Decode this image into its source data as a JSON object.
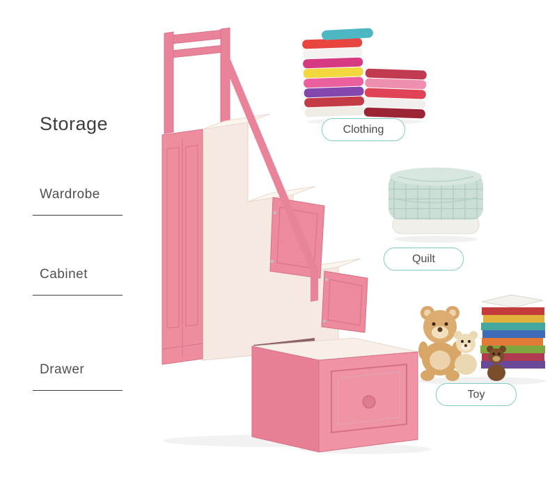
{
  "title": "Storage",
  "parts": {
    "wardrobe": "Wardrobe",
    "cabinet": "Cabinet",
    "drawer": "Drawer"
  },
  "tags": {
    "clothing": "Clothing",
    "quilt": "Quilt",
    "toy": "Toy"
  },
  "illustrations": {
    "furniture": "pink-kids-staircase-storage-unit",
    "clothing": "pile-of-folded-clothes",
    "quilt": "folded-checkered-quilt",
    "toy": "teddy-bears-with-stack-of-books"
  },
  "colors": {
    "furniture_pink": "#ec8598",
    "furniture_cream": "#f6e9e1",
    "tag_border": "#82cbc2",
    "tag_text": "#4a4a4a",
    "title_text": "#3d3d3d",
    "label_text": "#4f4f4f",
    "underline": "#3c3c3c"
  }
}
